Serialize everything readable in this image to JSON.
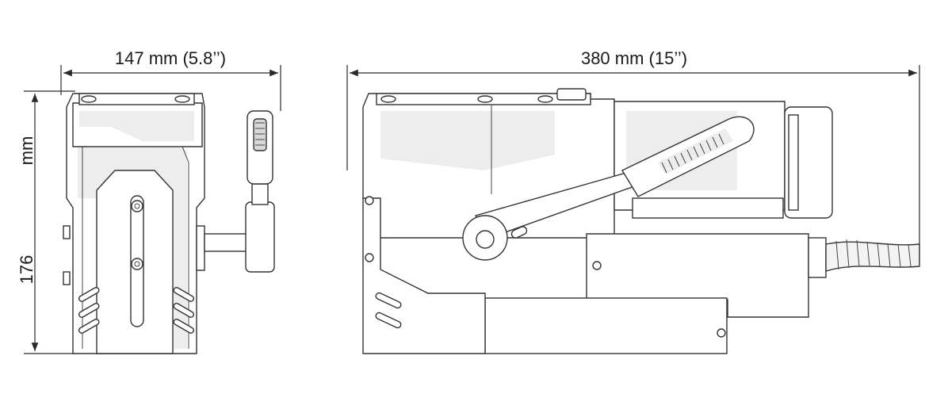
{
  "dimensions": {
    "width_front": "147 mm (5.8’’)",
    "width_side": "380 mm (15’’)",
    "height_value": "176",
    "height_unit": "mm"
  },
  "colors": {
    "line": "#2a2a2a",
    "shade": "#ededed",
    "background": "#ffffff"
  }
}
